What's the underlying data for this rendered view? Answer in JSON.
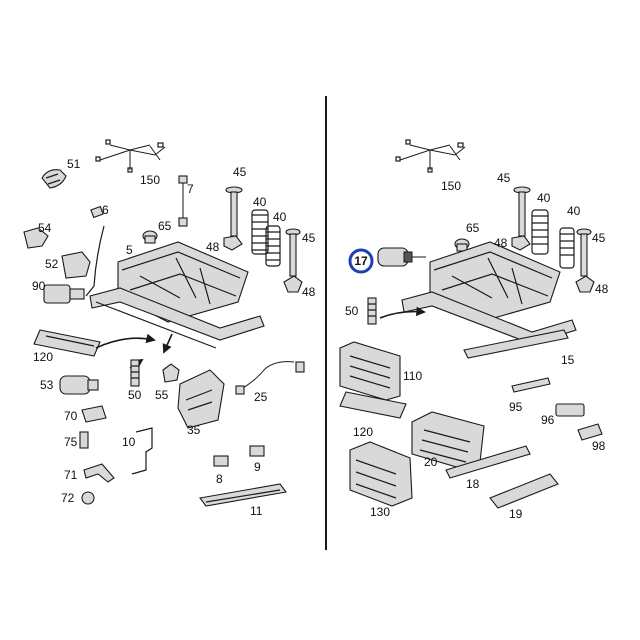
{
  "labels_left": [
    "51",
    "150",
    "7",
    "6",
    "45",
    "40",
    "40",
    "45",
    "54",
    "65",
    "48",
    "48",
    "5",
    "52",
    "90",
    "120",
    "53",
    "50",
    "55",
    "25",
    "35",
    "70",
    "75",
    "10",
    "71",
    "72",
    "9",
    "8",
    "11"
  ],
  "labels_right": [
    "150",
    "45",
    "40",
    "40",
    "45",
    "65",
    "48",
    "48",
    "17",
    "50",
    "15",
    "110",
    "95",
    "96",
    "98",
    "120",
    "20",
    "18",
    "130",
    "19"
  ],
  "highlight": {
    "label": "17",
    "color": "#1f3fb5"
  }
}
